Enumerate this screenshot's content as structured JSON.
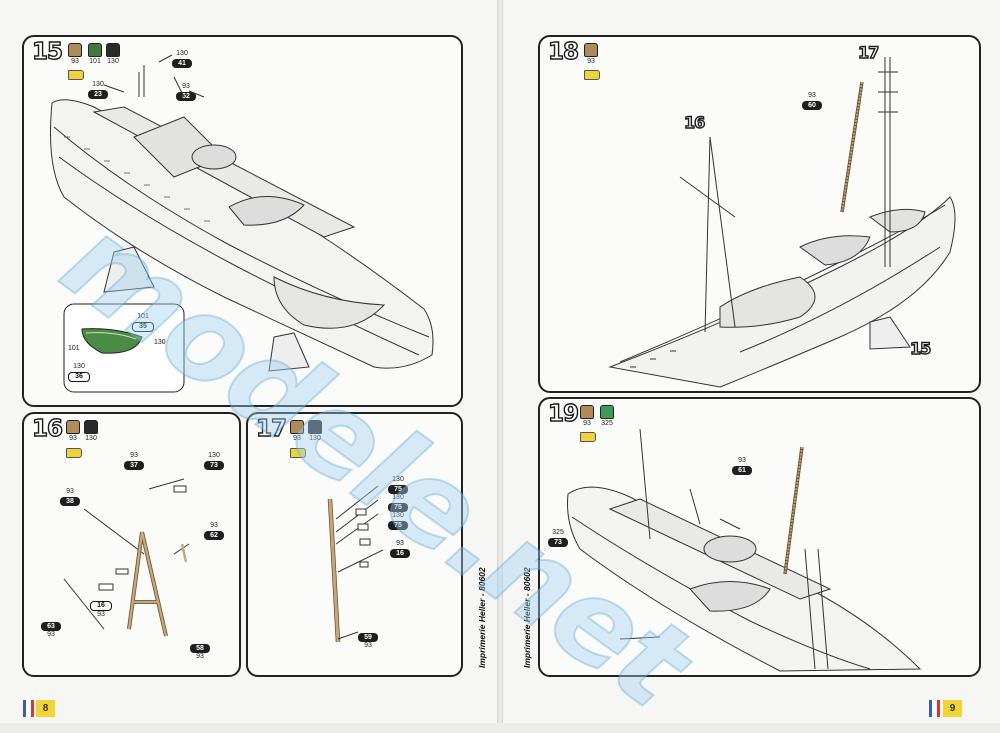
{
  "left_page": {
    "page_number": "8",
    "vertical_text": "Imprimerie Heller - 80602",
    "step15": {
      "number": "15",
      "paints": [
        "93",
        "101",
        "130"
      ],
      "refs": [
        {
          "code": "130",
          "part": "41"
        },
        {
          "code": "130",
          "part": "23"
        },
        {
          "code": "93",
          "part": "52"
        }
      ],
      "inset_refs": [
        {
          "code": "101",
          "part": "35"
        },
        {
          "code": "101",
          "part": ""
        },
        {
          "code": "130",
          "part": "36"
        },
        {
          "code": "130",
          "part": ""
        }
      ]
    },
    "step16": {
      "number": "16",
      "paints": [
        "93",
        "130"
      ],
      "refs": [
        {
          "code": "93",
          "part": "37"
        },
        {
          "code": "130",
          "part": "73"
        },
        {
          "code": "93",
          "part": "38"
        },
        {
          "code": "93",
          "part": "62"
        },
        {
          "code": "93",
          "part": "16"
        },
        {
          "code": "93",
          "part": "63"
        },
        {
          "code": "93",
          "part": "58"
        }
      ]
    },
    "step17": {
      "number": "17",
      "paints": [
        "93",
        "130"
      ],
      "refs": [
        {
          "code": "130",
          "part": "75"
        },
        {
          "code": "130",
          "part": "75"
        },
        {
          "code": "130",
          "part": "75"
        },
        {
          "code": "93",
          "part": "16"
        },
        {
          "code": "93",
          "part": "59"
        }
      ]
    }
  },
  "right_page": {
    "page_number": "9",
    "vertical_text": "Imprimerie Heller - 80602",
    "step18": {
      "number": "18",
      "paints": [
        "93"
      ],
      "callouts": [
        "17",
        "16",
        "15"
      ],
      "refs": [
        {
          "code": "93",
          "part": "60"
        }
      ]
    },
    "step19": {
      "number": "19",
      "paints": [
        "93",
        "325"
      ],
      "refs": [
        {
          "code": "93",
          "part": "61"
        },
        {
          "code": "325",
          "part": "73"
        }
      ]
    }
  },
  "watermark": "modele.net",
  "colors": {
    "paint_93": "#b08a5a",
    "paint_101": "#3f7a3a",
    "paint_130": "#2a2a2a",
    "paint_325": "#3c9a5a",
    "glue": "#ecd43a",
    "frame": "#222222"
  }
}
